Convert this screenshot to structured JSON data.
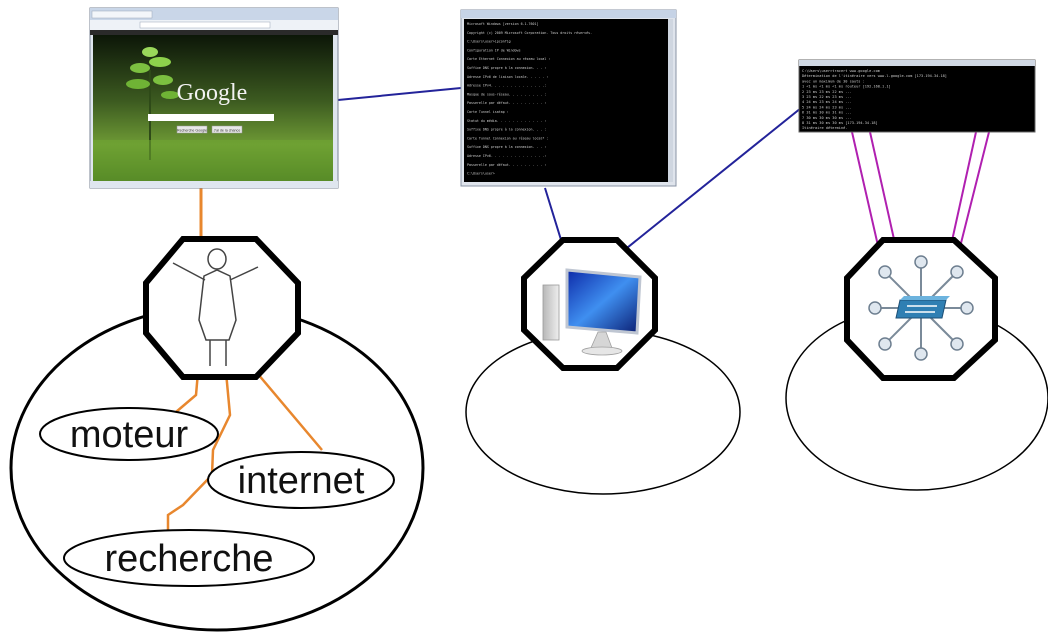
{
  "browser": {
    "logo_text": "Google",
    "search_button_label": "Recherche Google",
    "lucky_button_label": "J'ai de la chance"
  },
  "terminal_ipconfig": {
    "lines": [
      "Microsoft Windows [version 6.1.7601]",
      "Copyright (c) 2009 Microsoft Corporation. Tous droits réservés.",
      "C:\\Users\\user>ipconfig",
      "Configuration IP de Windows",
      "Carte Ethernet Connexion au réseau local :",
      "   Suffixe DNS propre à la connexion. . . :",
      "   Adresse IPv6 de liaison locale. . . . . :",
      "   Adresse IPv4. . . . . . . . . . . . . .:",
      "   Masque de sous-réseau. . . . . . . . . :",
      "   Passerelle par défaut. . . . . . . . . :",
      "Carte Tunnel isatap :",
      "   Statut du média. . . . . . . . . . . . :",
      "   Suffixe DNS propre à la connexion. . . :",
      "Carte Tunnel Connexion au réseau local* :",
      "   Suffixe DNS propre à la connexion. . . :",
      "   Adresse IPv6. . . . . . . . . . . . . .:",
      "   Passerelle par défaut. . . . . . . . . :",
      "C:\\Users\\user>"
    ]
  },
  "terminal_tracert": {
    "lines": [
      "C:\\Users\\user>tracert www.google.com",
      "Détermination de l'itinéraire vers www.l.google.com [173.194.34.18]",
      "avec un maximum de 30 sauts :",
      "  1    <1 ms    <1 ms    <1 ms  routeur [192.168.1.1]",
      "  2    23 ms    23 ms    22 ms  ...",
      "  3    23 ms    22 ms    23 ms  ...",
      "  4    24 ms    23 ms    24 ms  ...",
      "  5    24 ms    24 ms    23 ms  ...",
      "  6    31 ms    30 ms    31 ms  ...",
      "  7    30 ms    30 ms    30 ms  ...",
      "  8    31 ms    30 ms    30 ms  [173.194.34.18]",
      "Itinéraire déterminé."
    ]
  },
  "concepts": {
    "left": [
      "moteur",
      "internet",
      "recherche"
    ]
  },
  "colors": {
    "orange": "#e8872e",
    "blue": "#23239a",
    "magenta": "#b020b0",
    "black": "#000000"
  },
  "icons": [
    "person-icon",
    "computer-monitor-icon",
    "network-switch-icon"
  ]
}
